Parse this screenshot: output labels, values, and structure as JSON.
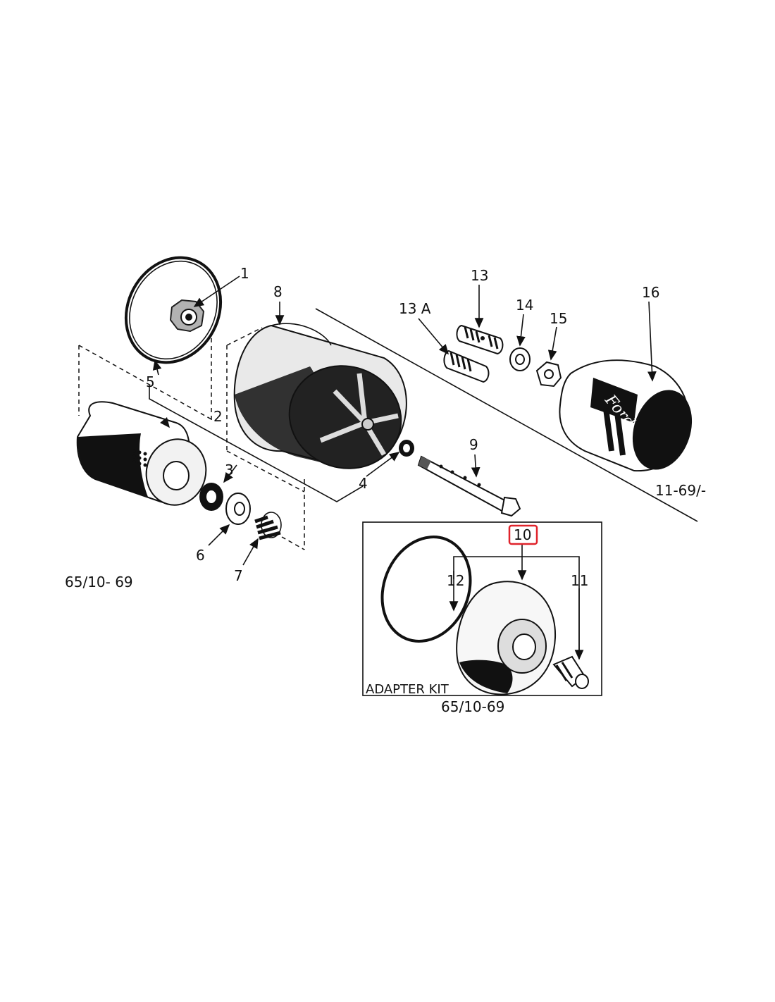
{
  "callouts": {
    "c1": "1",
    "c2": "2",
    "c3": "3",
    "c4": "4",
    "c5": "5",
    "c6": "6",
    "c7": "7",
    "c8": "8",
    "c9": "9",
    "c10": "10",
    "c11": "11",
    "c12": "12",
    "c13": "13",
    "c13a": "13 A",
    "c14": "14",
    "c15": "15",
    "c16": "16"
  },
  "date_codes": {
    "left": "65/10- 69",
    "adapter": "65/10-69",
    "right": "11-69/-"
  },
  "adapter_kit": {
    "title": "ADAPTER KIT",
    "highlighted_callout": "10",
    "highlight_color": "#e0232b"
  },
  "filter_logo": "Ford",
  "icons": {
    "nut": "hex-nut-icon",
    "gasket": "o-ring-icon",
    "element": "filter-element-icon",
    "housing": "filter-housing-icon",
    "spin_on": "spin-on-filter-icon"
  }
}
